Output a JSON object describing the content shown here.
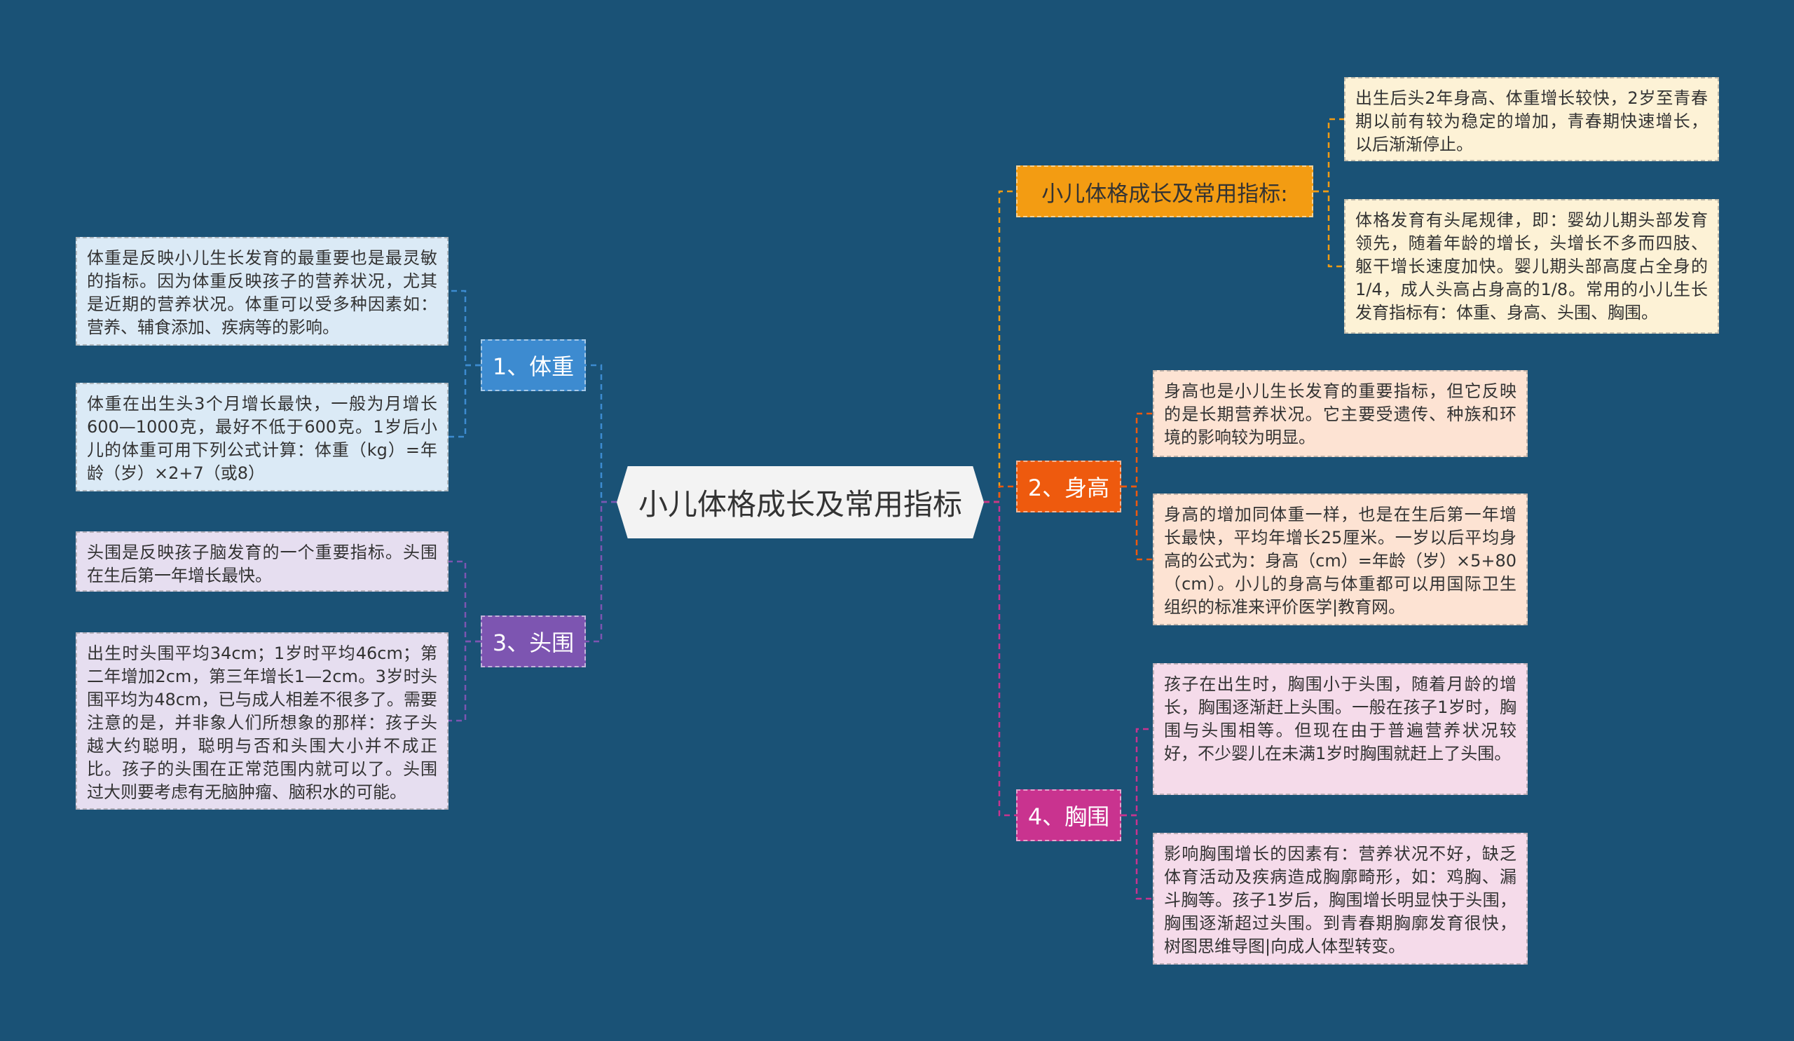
{
  "center": {
    "label": "小儿体格成长及常用指标"
  },
  "branches": {
    "growth": {
      "label": "小儿体格成长及常用指标:",
      "leaves": [
        "出生后头2年身高、体重增长较快，2岁至青春期以前有较为稳定的增加，青春期快速增长，以后渐渐停止。",
        "体格发育有头尾规律，即：婴幼儿期头部发育领先，随着年龄的增长，头增长不多而四肢、躯干增长速度加快。婴儿期头部高度占全身的1/4，成人头高占身高的1/8。常用的小儿生长发育指标有：体重、身高、头围、胸围。"
      ]
    },
    "weight": {
      "label": "1、体重",
      "leaves": [
        "体重是反映小儿生长发育的最重要也是最灵敏的指标。因为体重反映孩子的营养状况，尤其是近期的营养状况。体重可以受多种因素如：营养、辅食添加、疾病等的影响。",
        "体重在出生头3个月增长最快，一般为月增长600—1000克，最好不低于600克。1岁后小儿的体重可用下列公式计算：体重（kg）=年龄（岁）×2+7（或8）"
      ]
    },
    "height": {
      "label": "2、身高",
      "leaves": [
        "身高也是小儿生长发育的重要指标，但它反映的是长期营养状况。它主要受遗传、种族和环境的影响较为明显。",
        "身高的增加同体重一样，也是在生后第一年增长最快，平均年增长25厘米。一岁以后平均身高的公式为：身高（cm）=年龄（岁）×5+80（cm）。小儿的身高与体重都可以用国际卫生组织的标准来评价医学|教育网。"
      ]
    },
    "head": {
      "label": "3、头围",
      "leaves": [
        "头围是反映孩子脑发育的一个重要指标。头围在生后第一年增长最快。",
        "出生时头围平均34cm；1岁时平均46cm；第二年增加2cm，第三年增长1—2cm。3岁时头围平均为48cm，已与成人相差不很多了。需要注意的是，并非象人们所想象的那样：孩子头越大约聪明，聪明与否和头围大小并不成正比。孩子的头围在正常范围内就可以了。头围过大则要考虑有无脑肿瘤、脑积水的可能。"
      ]
    },
    "chest": {
      "label": "4、胸围",
      "leaves": [
        "孩子在出生时，胸围小于头围，随着月龄的增长，胸围逐渐赶上头围。一般在孩子1岁时，胸围与头围相等。但现在由于普遍营养状况较好，不少婴儿在未满1岁时胸围就赶上了头围。",
        "影响胸围增长的因素有：营养状况不好，缺乏体育活动及疾病造成胸廓畸形，如：鸡胸、漏斗胸等。孩子1岁后，胸围增长明显快于头围，胸围逐渐超过头围。到青春期胸廓发育很快，树图思维导图|向成人体型转变。"
      ]
    }
  },
  "colors": {
    "background": "#1a5276",
    "growth": "#f39c12",
    "weight": "#3d8bd0",
    "height": "#ee5a0e",
    "head": "#7d55b1",
    "chest": "#c9338f"
  }
}
